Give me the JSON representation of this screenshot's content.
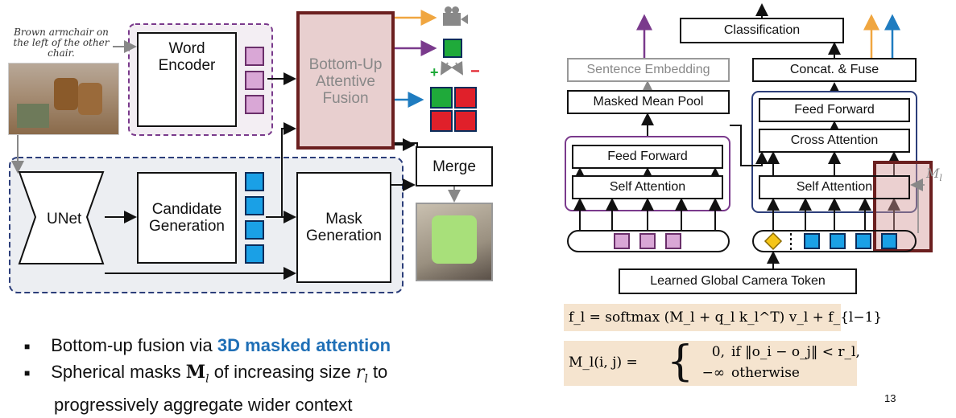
{
  "left_diagram": {
    "query_text": "Brown armchair on the left of the other chair.",
    "word_encoder": "Word Encoder",
    "fusion": "Bottom-Up Attentive Fusion",
    "unet": "UNet",
    "candidate": "Candidate Generation",
    "mask_gen": "Mask Generation",
    "merge": "Merge"
  },
  "bullets": {
    "b1_prefix": "Bottom-up fusion via ",
    "b1_highlight": "3D masked attention",
    "b2_part1": "Spherical masks ",
    "b2_sym1": "M",
    "b2_sym1_sub": "l",
    "b2_part2": " of increasing size ",
    "b2_sym2": "r",
    "b2_sym2_sub": "l",
    "b2_part3": " to",
    "b2_line2": "progressively aggregate wider context"
  },
  "right_diagram": {
    "classification": "Classification",
    "sentence_embedding": "Sentence Embedding",
    "concat_fuse": "Concat. & Fuse",
    "masked_mean_pool": "Masked Mean Pool",
    "feed_forward_left": "Feed Forward",
    "self_attention_left": "Self Attention",
    "feed_forward_right": "Feed Forward",
    "cross_attention": "Cross Attention",
    "self_attention_right": "Self Attention",
    "ml_label": "M",
    "ml_sub": "l",
    "camera_token": "Learned Global Camera Token"
  },
  "equations": {
    "eq1": "f_l = softmax (M_l + q_l k_l^T) v_l + f_{l−1}",
    "eq2_lhs": "M_l(i, j) =",
    "eq2_case1_val": "0,",
    "eq2_case1_cond": "if ‖o_i − o_j‖ < r_l,",
    "eq2_case2_val": "−∞",
    "eq2_case2_cond": "otherwise"
  },
  "page_number": "13",
  "colors": {
    "purple": "#7a3a8c",
    "navy": "#2c3e7a",
    "fusion_fill": "#e8cfcf",
    "fusion_border": "#6b1f1f",
    "blue_highlight": "#1f6fb6",
    "orange": "#f0a640",
    "blue_arrow": "#1f7cc0",
    "eq_bg": "#f5e4cf"
  }
}
